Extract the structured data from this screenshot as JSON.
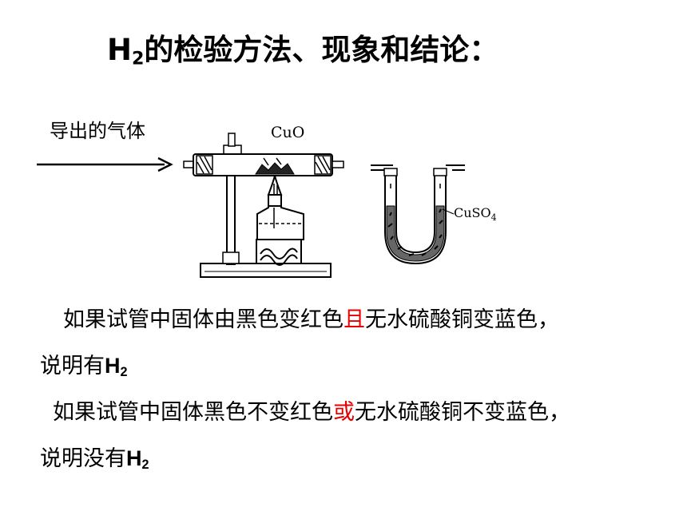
{
  "title": {
    "prefix": "H",
    "sub": "2",
    "rest": "的检验方法、现象和结论："
  },
  "diagram": {
    "gas_label": "导出的气体",
    "cuo_label": "CuO",
    "cuso4_label_main": "CuSO",
    "cuso4_label_sub": "4"
  },
  "paragraphs": [
    {
      "line1_pre": "如果试管中固体由黑色变红色",
      "line1_highlight": "且",
      "line1_post": "无水硫酸铜变蓝色，",
      "line2_pre": "说明有",
      "line2_h": "H",
      "line2_sub": "2"
    },
    {
      "line1_pre": "如果试管中固体黑色不变红色",
      "line1_highlight": "或",
      "line1_post": "无水硫酸铜不变蓝色，",
      "line2_pre": "说明没有",
      "line2_h": "H",
      "line2_sub": "2"
    }
  ],
  "colors": {
    "highlight": "#e60000",
    "text": "#000000"
  }
}
